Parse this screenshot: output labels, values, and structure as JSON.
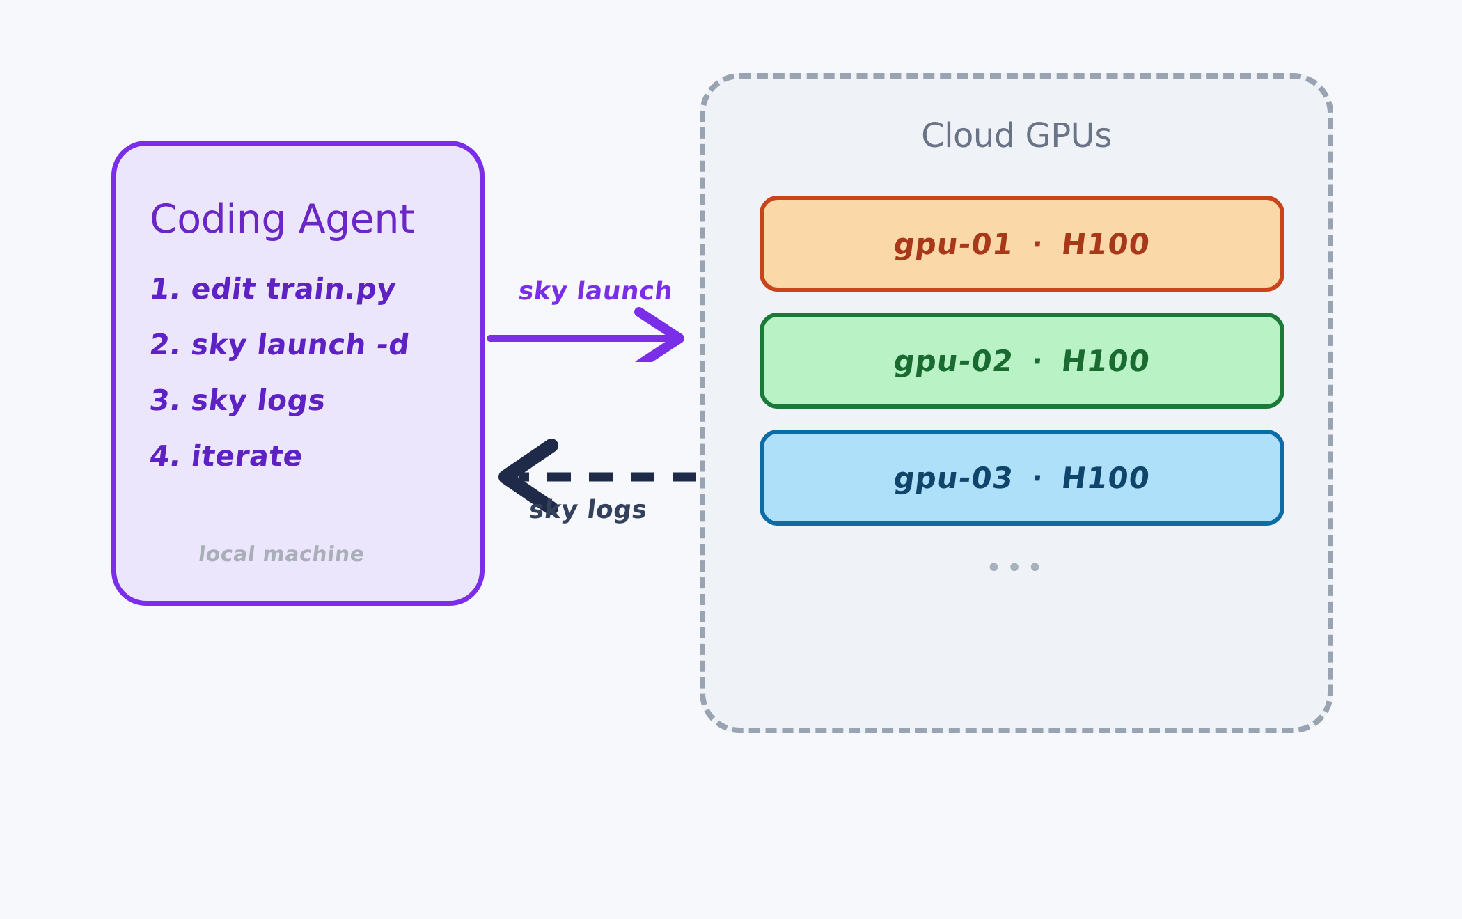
{
  "page": {
    "background_color": "#F7F8FB"
  },
  "agent": {
    "title": "Coding Agent",
    "accent_color": "#7B2EE8",
    "fill_color": "#EBE6FC",
    "steps": [
      "1. edit train.py",
      "2. sky launch -d",
      "3. sky logs",
      "4. iterate"
    ],
    "footnote": "local machine",
    "footnote_color": "#A9AEB8"
  },
  "arrows": {
    "launch": {
      "label": "sky launch",
      "direction": "right",
      "style": "solid",
      "color": "#7B2EE8"
    },
    "logs": {
      "label": "sky logs",
      "direction": "left",
      "style": "dashed",
      "color": "#33415C"
    }
  },
  "cloud": {
    "title": "Cloud GPUs",
    "title_color": "#6B7487",
    "border_color": "#9AA3B2",
    "fill_color": "#EFF2F7",
    "ellipsis": "•••",
    "gpus": [
      {
        "name": "gpu-01",
        "separator": "·",
        "accelerator": "H100",
        "fill_color": "#FBD8A8",
        "border_color": "#C8441A",
        "text_color": "#A8381A"
      },
      {
        "name": "gpu-02",
        "separator": "·",
        "accelerator": "H100",
        "fill_color": "#B9F2C4",
        "border_color": "#1B7A38",
        "text_color": "#196B31"
      },
      {
        "name": "gpu-03",
        "separator": "·",
        "accelerator": "H100",
        "fill_color": "#AEE0FA",
        "border_color": "#0E6CA4",
        "text_color": "#10456B"
      }
    ]
  }
}
